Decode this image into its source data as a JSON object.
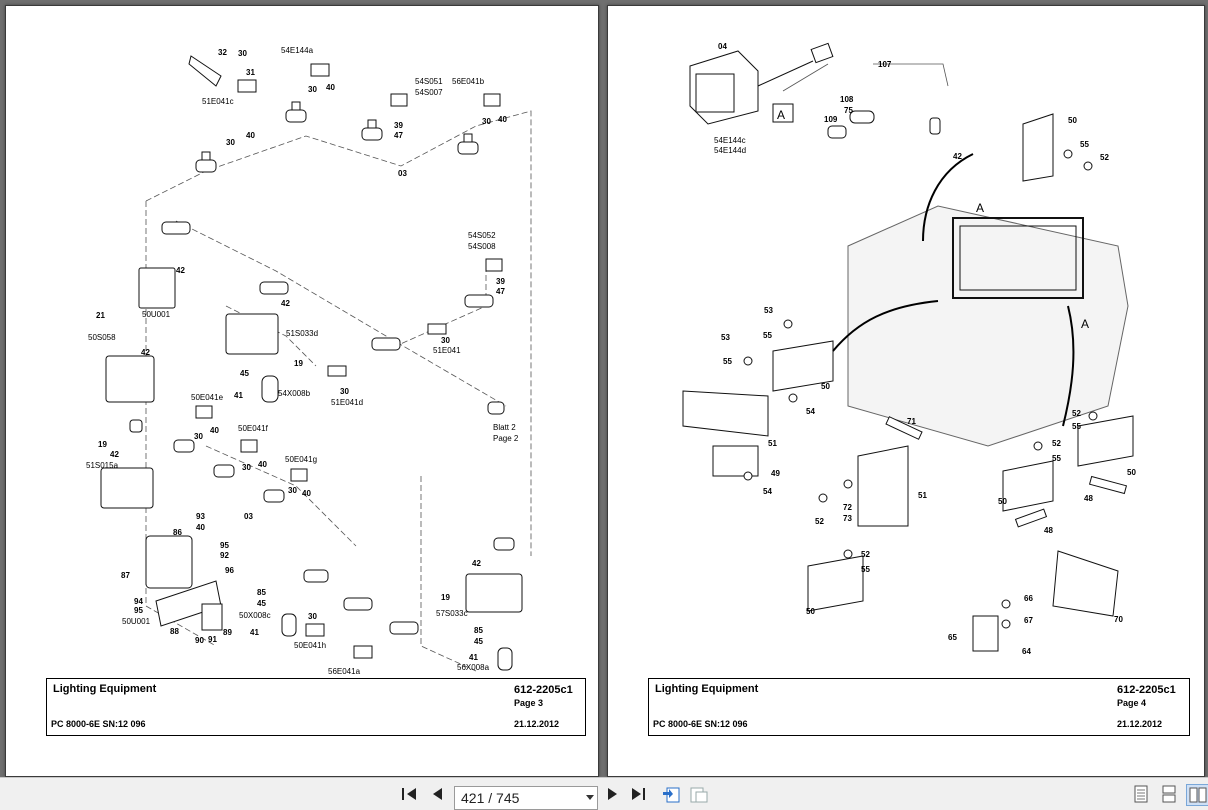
{
  "left_page": {
    "title": "Lighting Equipment",
    "doc_number": "612-2205c1",
    "page_label": "Page 3",
    "machine": "PC 8000-6E SN:12 096",
    "date": "21.12.2012",
    "labels": [
      "32",
      "30",
      "31",
      "54E144a",
      "30",
      "40",
      "51E041c",
      "40",
      "30",
      "54S051",
      "54S007",
      "39",
      "47",
      "56E041b",
      "30",
      "40",
      "03",
      "42",
      "50U001",
      "21",
      "50S058",
      "42",
      "54S052",
      "54S008",
      "39",
      "47",
      "42",
      "51S033d",
      "19",
      "30",
      "51E041",
      "45",
      "41",
      "54X008b",
      "30",
      "51E041d",
      "50E041e",
      "40",
      "30",
      "Blatt 2",
      "Page 2",
      "19",
      "42",
      "51S015a",
      "50E041f",
      "30",
      "40",
      "50E041g",
      "30",
      "40",
      "03",
      "86",
      "93",
      "40",
      "95",
      "92",
      "96",
      "87",
      "94",
      "95",
      "50U001",
      "88",
      "90",
      "91",
      "89",
      "85",
      "45",
      "50X008c",
      "41",
      "30",
      "50E041h",
      "56E041a",
      "42",
      "19",
      "57S033c",
      "85",
      "45",
      "41",
      "56X008a"
    ]
  },
  "right_page": {
    "title": "Lighting Equipment",
    "doc_number": "612-2205c1",
    "page_label": "Page 4",
    "machine": "PC 8000-6E SN:12 096",
    "date": "21.12.2012",
    "labels": [
      "04",
      "107",
      "A",
      "54E144c",
      "54E144d",
      "108",
      "75",
      "109",
      "42",
      "50",
      "55",
      "52",
      "A",
      "A",
      "53",
      "55",
      "53",
      "55",
      "50",
      "54",
      "51",
      "49",
      "54",
      "71",
      "51",
      "52",
      "72",
      "73",
      "52",
      "55",
      "50",
      "52",
      "55",
      "50",
      "48",
      "48",
      "52",
      "55",
      "50",
      "66",
      "67",
      "65",
      "64",
      "70"
    ]
  },
  "toolbar": {
    "page_input": "421 / 745",
    "first_icon": "first-page-icon",
    "prev_icon": "previous-page-icon",
    "next_icon": "next-page-icon",
    "last_icon": "last-page-icon",
    "back_icon": "previous-view-icon",
    "forward_icon": "next-view-icon",
    "view_single": "single-page-view-icon",
    "view_continuous": "continuous-view-icon",
    "view_facing": "facing-view-icon"
  },
  "colors": {
    "background": "#6f6f6f",
    "toolbar": "#f0f0f0",
    "accent": "#2a6fc9"
  }
}
